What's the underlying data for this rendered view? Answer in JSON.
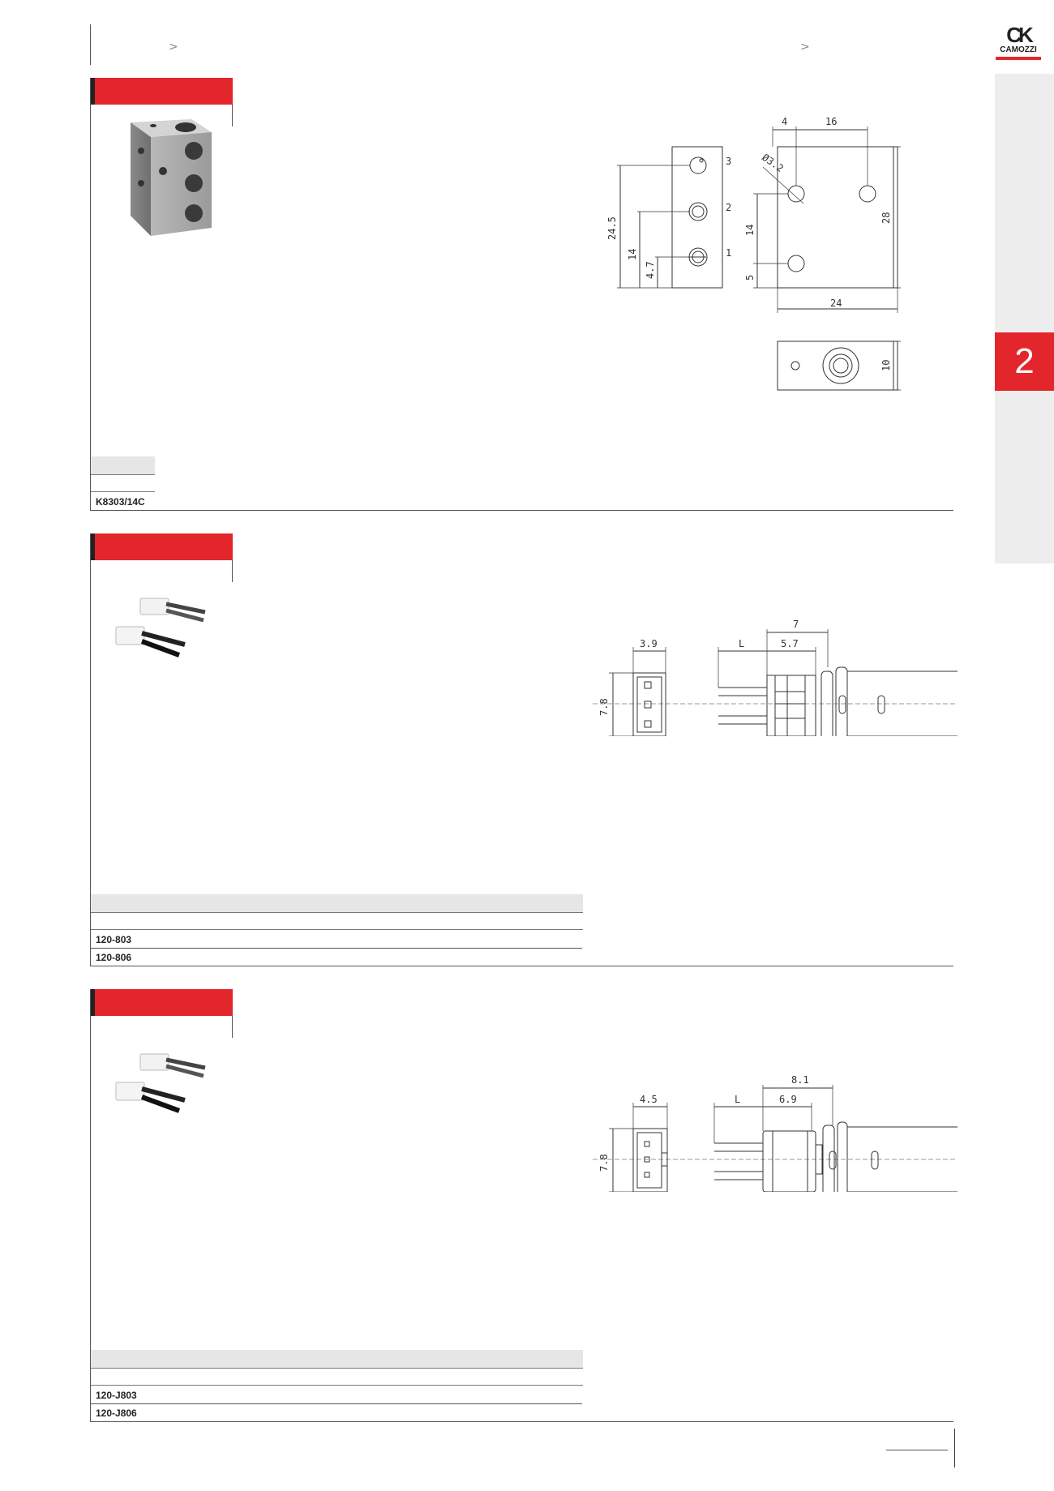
{
  "header": {
    "crumb_left": ">",
    "crumb_right": ">"
  },
  "brand": {
    "logo_mark": "CK",
    "logo_text": "CAMOZZI",
    "accent": "#e3262c"
  },
  "side_tab": {
    "chapter": "2"
  },
  "sections": [
    {
      "drawing": {
        "side_view_ports": [
          "3",
          "2",
          "1"
        ],
        "side_view_dims": [
          "24.5",
          "14",
          "4.7"
        ],
        "front_view_dims": {
          "top_a": "4",
          "top_b": "16",
          "diameter": "Ø3.2",
          "left_a": "14",
          "left_b": "5",
          "bottom": "24",
          "right": "28"
        },
        "bottom_view_dims": {
          "right": "10"
        }
      },
      "table_rows": [
        "K8303/14C"
      ]
    },
    {
      "drawing": {
        "left_dims": {
          "top": "3.9",
          "left": "7.8"
        },
        "right_dims": {
          "total": "7",
          "inner": "5.7",
          "lead": "L"
        }
      },
      "table_rows": [
        "120-803",
        "120-806"
      ]
    },
    {
      "drawing": {
        "left_dims": {
          "top": "4.5",
          "left": "7.8"
        },
        "right_dims": {
          "total": "8.1",
          "inner": "6.9",
          "lead": "L"
        }
      },
      "table_rows": [
        "120-J803",
        "120-J806"
      ]
    }
  ]
}
